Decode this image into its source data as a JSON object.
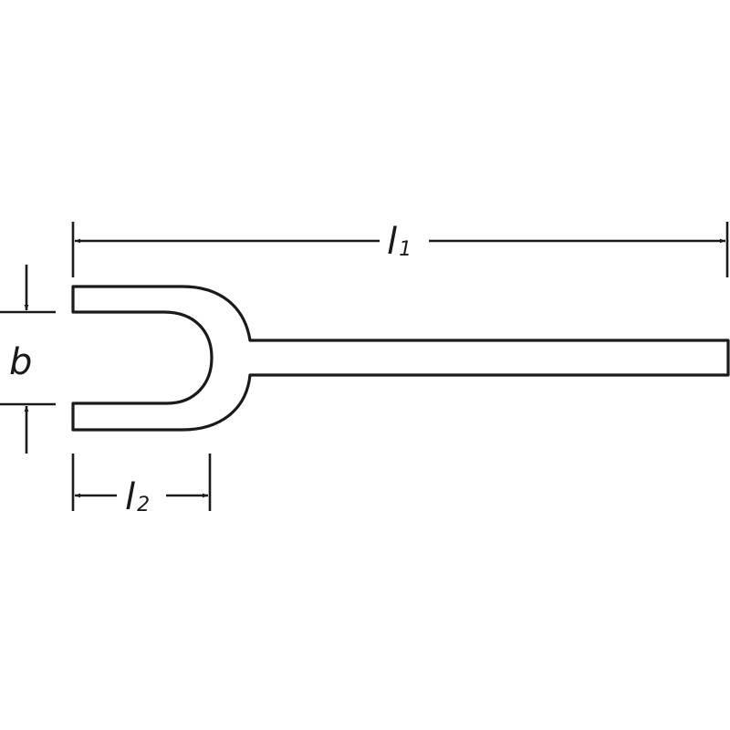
{
  "diagram": {
    "subject": "fork wrench / pin spanner dimension drawing",
    "stroke_color": "#1a1a1a",
    "background": "#ffffff",
    "dimensions": {
      "l1": {
        "symbol": "l",
        "subscript": "1",
        "meaning": "overall length"
      },
      "l2": {
        "symbol": "l",
        "subscript": "2",
        "meaning": "fork depth"
      },
      "b": {
        "symbol": "b",
        "meaning": "fork opening width"
      }
    }
  }
}
